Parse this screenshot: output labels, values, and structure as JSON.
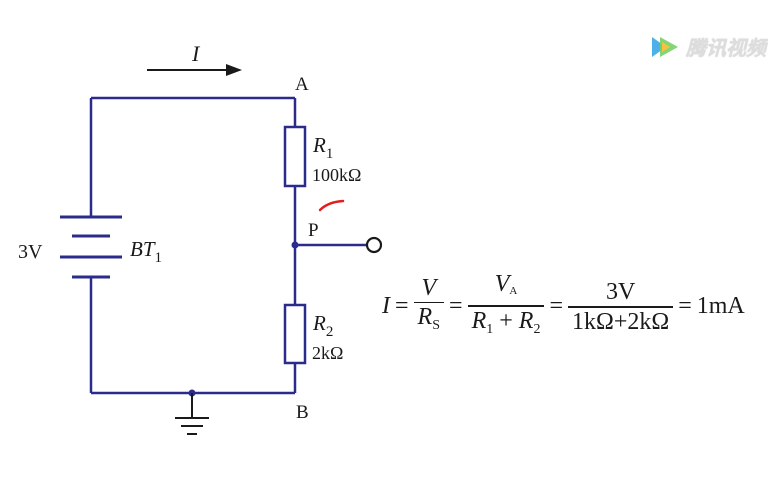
{
  "diagram": {
    "current_label": "I",
    "node_a": "A",
    "node_b": "B",
    "node_p": "P",
    "battery_voltage": "3V",
    "battery_name": "BT",
    "battery_sub": "1",
    "r1_name": "R",
    "r1_sub": "1",
    "r1_value": "100kΩ",
    "r2_name": "R",
    "r2_sub": "2",
    "r2_value": "2kΩ"
  },
  "formula": {
    "lhs": "I",
    "eq": "=",
    "f1_num": "V",
    "f1_den": "R",
    "f1_den_sub": "S",
    "f2_num": "V",
    "f2_num_sub": "A",
    "f2_den_a": "R",
    "f2_den_a_sub": "1",
    "f2_plus": "+",
    "f2_den_b": "R",
    "f2_den_b_sub": "2",
    "f3_num": "3V",
    "f3_den": "1kΩ+2kΩ",
    "result": "1mA"
  },
  "watermark": {
    "text": "腾讯视频"
  },
  "colors": {
    "wire": "#2b2b8c",
    "annotation": "#e02020",
    "logo_blue": "#2fa3e6",
    "logo_green": "#5fc84a",
    "logo_yellow": "#f5b921"
  }
}
